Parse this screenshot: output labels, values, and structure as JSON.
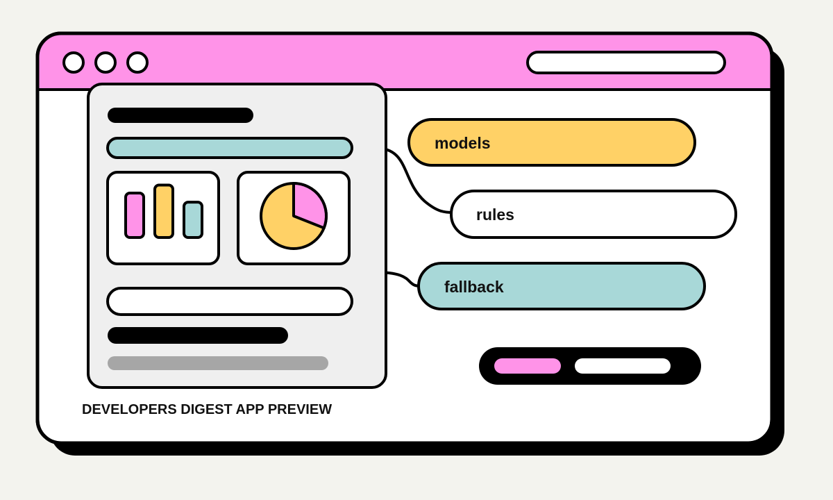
{
  "caption": "DEVELOPERS DIGEST APP PREVIEW",
  "pills": [
    {
      "label": "models",
      "fill": "#ffd166"
    },
    {
      "label": "rules",
      "fill": "#ffffff"
    },
    {
      "label": "fallback",
      "fill": "#a8d8d8"
    }
  ],
  "colors": {
    "background": "#f3f3ee",
    "window": "#ffffff",
    "titlebar": "#ff93e8",
    "outline": "#000000",
    "panel": "#efefef",
    "pink": "#ff93e8",
    "yellow": "#ffd166",
    "teal": "#a8d8d8",
    "gray": "#a6a6a6"
  },
  "icons": [
    "window-dot-icon",
    "bar-chart-icon",
    "pie-chart-icon"
  ],
  "charts": {
    "bars": [
      0.78,
      0.92,
      0.62
    ],
    "pie_slice_fraction": 0.31
  }
}
